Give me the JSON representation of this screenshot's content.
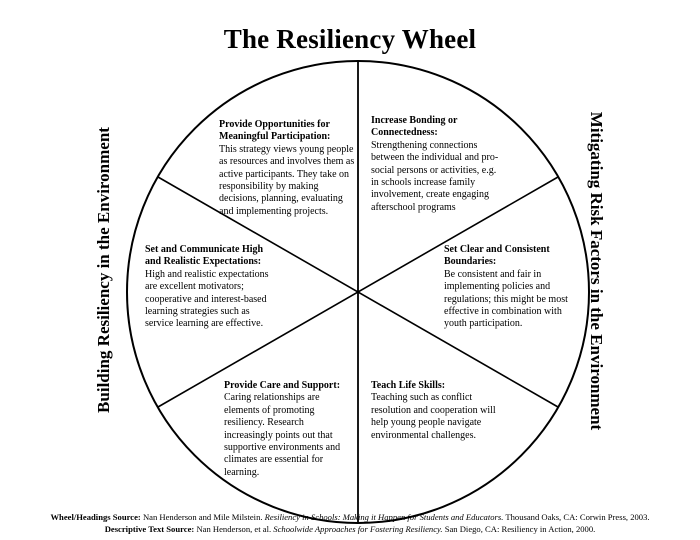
{
  "title": "The Resiliency Wheel",
  "left_label": "Building Resiliency in the Environment",
  "right_label": "Mitigating Risk Factors in the Environment",
  "segments": {
    "participation": {
      "heading": "Provide Opportunities for Meaningful Participation:",
      "text": "This strategy views young people as resources and involves them as active participants. They take on responsibility by making decisions, planning, evaluating and implementing projects."
    },
    "bonding": {
      "heading": "Increase Bonding or Connectedness:",
      "text": "Strengthening connections between the individual and pro-social persons or activities, e.g. in schools increase family involvement, create engaging afterschool programs"
    },
    "boundaries": {
      "heading": "Set Clear and Consistent Boundaries:",
      "text": "Be consistent and fair in implementing policies and regulations; this might be most effective in combination with youth participation."
    },
    "life_skills": {
      "heading": "Teach Life Skills:",
      "text": "Teaching such as conflict resolution and cooperation will help young people navigate environmental challenges."
    },
    "care": {
      "heading": "Provide Care and Support:",
      "text": "Caring relationships are elements of promoting resiliency. Research increasingly points out that supportive environments and climates are essential for learning."
    },
    "expectations": {
      "heading": "Set and Communicate High and Realistic Expectations:",
      "text": "High and realistic expectations are excellent motivators; cooperative and interest-based learning strategies such as service learning are effective."
    }
  },
  "footer": {
    "line1_label": "Wheel/Headings Source:",
    "line1_authors": "Nan Henderson and Mile Milstein.",
    "line1_title": "Resiliency in Schools: Making it Happen for Students and Educators.",
    "line1_pub": "Thousand Oaks, CA: Corwin Press, 2003.",
    "line2_label": "Descriptive Text Source:",
    "line2_authors": "Nan Henderson, et al.",
    "line2_title": "Schoolwide Approaches for Fostering Resiliency.",
    "line2_pub": "San Diego, CA: Resiliency in Action, 2000."
  }
}
